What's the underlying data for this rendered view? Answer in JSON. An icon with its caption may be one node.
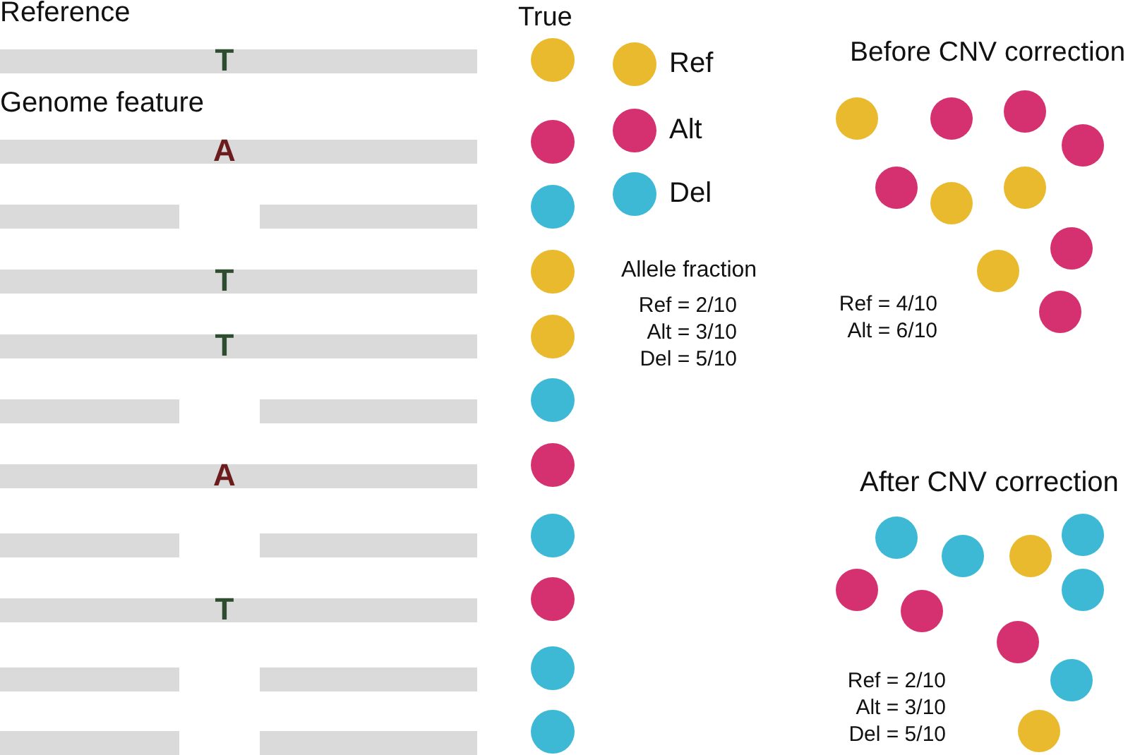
{
  "diagram": {
    "nodes": [
      {
        "text": [
          "T"
        ]
      },
      {
        "text": [
          "A"
        ]
      },
      {
        "text": [],
        "shape": "bar"
      },
      {
        "text": [
          "T"
        ]
      },
      {
        "text": [
          "T"
        ]
      },
      {
        "text": [],
        "shape": "bar"
      },
      {
        "text": [
          "A"
        ]
      },
      {
        "text": [],
        "shape": "bar"
      },
      {
        "text": [
          "T"
        ]
      },
      {
        "text": [],
        "shape": "bar"
      },
      {
        "text": [],
        "shape": "bar"
      }
    ],
    "labels": [
      "Reference",
      "True",
      "Before CNV correction",
      "Genome feature",
      "Allele fraction",
      "Ref = 2/10",
      "Alt = 3/10",
      "Del = 5/10",
      "Ref = 4/10",
      "Alt = 6/10",
      "After CNV correction",
      "Ref = 2/10",
      "Alt = 3/10",
      "Del = 5/10"
    ],
    "legend": [
      {
        "text": "Ref",
        "color": "#e9b92e"
      },
      {
        "text": "Alt",
        "color": "#d5306f"
      },
      {
        "text": "Del",
        "color": "#3db9d6"
      }
    ]
  }
}
